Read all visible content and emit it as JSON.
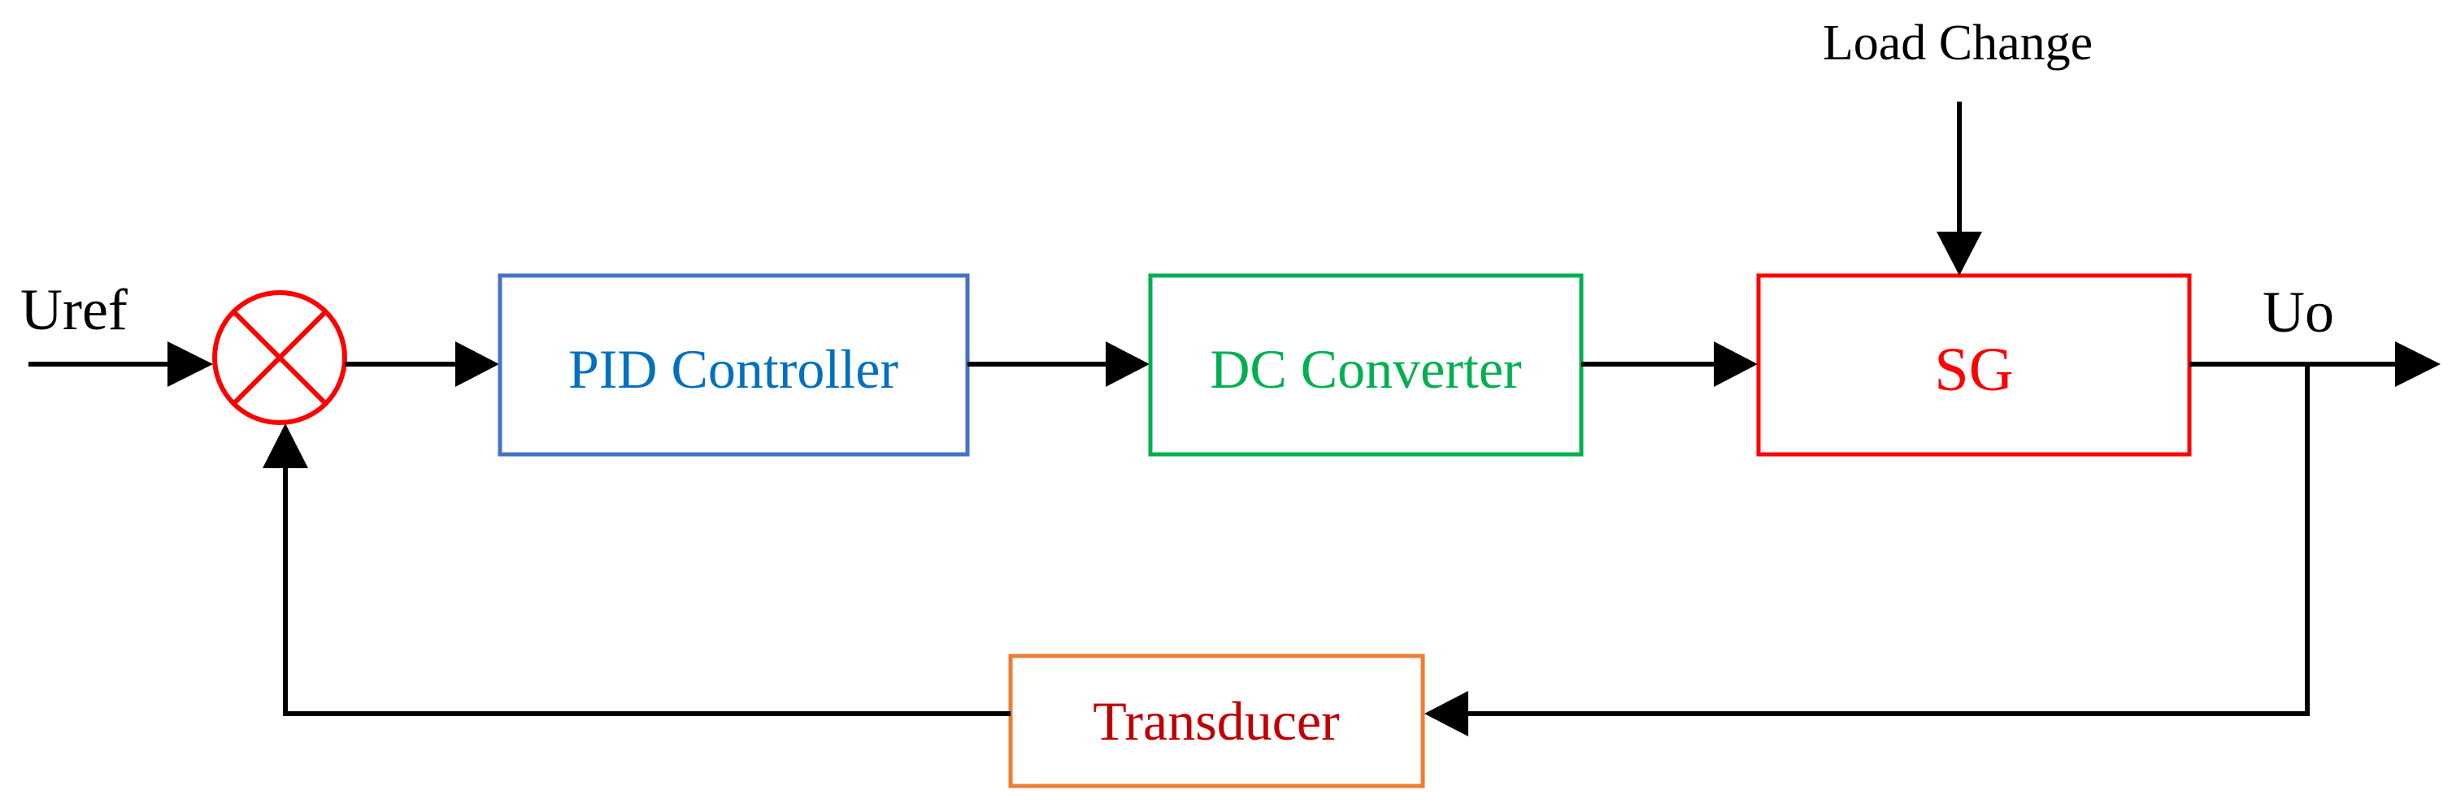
{
  "labels": {
    "input": "Uref",
    "output": "Uo",
    "disturbance": "Load Change"
  },
  "blocks": {
    "controller": "PID Controller",
    "converter": "DC Converter",
    "plant": "SG",
    "feedback": "Transducer"
  },
  "colors": {
    "controller": "#4472C4",
    "controller_text": "#0070C0",
    "converter": "#00B050",
    "plant": "#FF0000",
    "feedback_border": "#ED7D31",
    "feedback_text": "#C00000",
    "summing_junction": "#FF0000",
    "lines": "#000000"
  }
}
